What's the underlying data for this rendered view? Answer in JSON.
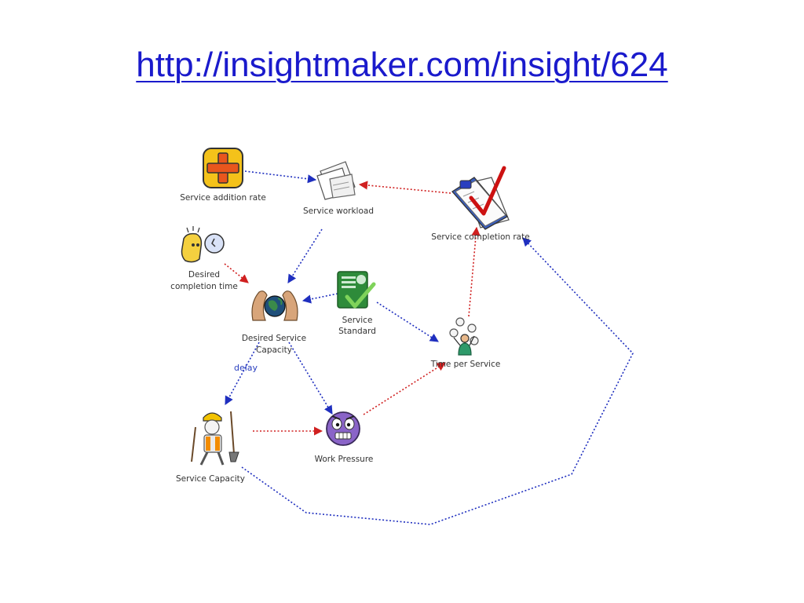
{
  "slide": {
    "title_link": "http://insightmaker.com/insight/624"
  },
  "diagram": {
    "colors": {
      "flow_link": "#1f2fbf",
      "causal_link": "#d02020",
      "link_text": "#2a3fbf"
    },
    "nodes": {
      "service_addition_rate": {
        "label": "Service addition rate",
        "icon": "plus-box-icon"
      },
      "service_workload": {
        "label": "Service workload",
        "icon": "paper-stack-icon"
      },
      "service_completion_rate": {
        "label": "Service completion rate",
        "icon": "checklist-clipboard-icon"
      },
      "desired_completion_time": {
        "label_line1": "Desired",
        "label_line2": "completion time",
        "icon": "thinking-person-clock-icon"
      },
      "desired_service_capacity": {
        "label_line1": "Desired Service",
        "label_line2": "Capacity",
        "icon": "hands-globe-icon"
      },
      "service_standard": {
        "label_line1": "Service",
        "label_line2": "Standard",
        "icon": "certificate-check-icon"
      },
      "time_per_service": {
        "label": "Time per Service",
        "icon": "juggling-person-icon"
      },
      "service_capacity": {
        "label": "Service Capacity",
        "icon": "worker-shovel-icon"
      },
      "work_pressure": {
        "label": "Work Pressure",
        "icon": "stressed-face-icon"
      }
    },
    "links": {
      "delay_label": "delay"
    }
  }
}
